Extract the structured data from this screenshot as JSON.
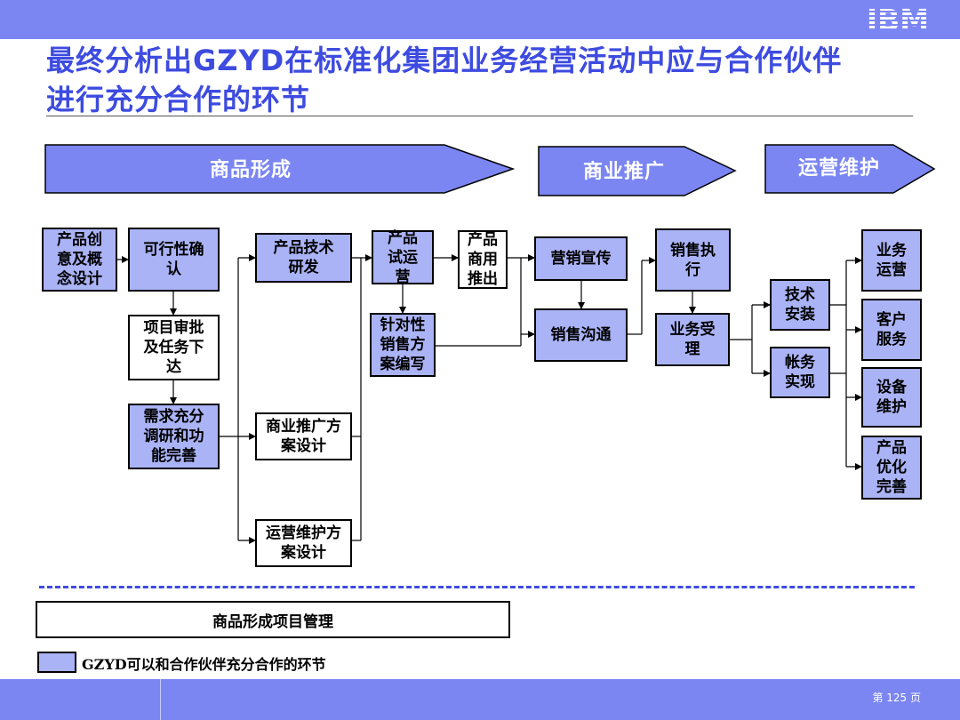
{
  "header": {
    "logo": "IBM"
  },
  "title": {
    "line1": "最终分析出GZYD在标准化集团业务经营活动中应与合作伙伴",
    "line2": "进行充分合作的环节"
  },
  "stages": {
    "s1": "商品形成",
    "s2": "商业推广",
    "s3": "运营维护"
  },
  "boxes": {
    "b_idea": "产品创\n意及概\n念设计",
    "b_feas": "可行性确\n认",
    "b_approve": "项目审批\n及任务下\n达",
    "b_req": "需求充分\n调研和功\n能完善",
    "b_tech": "产品技术\n研发",
    "b_bizplan": "商业推广方\n案设计",
    "b_opsplan": "运营维护方\n案设计",
    "b_trial": "产品\n试运\n营",
    "b_salesplan": "针对性\n销售方\n案编写",
    "b_launch": "产品\n商用\n推出",
    "b_promo": "营销宣传",
    "b_comm": "销售沟通",
    "b_exec": "销售执\n行",
    "b_accept": "业务受\n理",
    "b_install": "技术\n安装",
    "b_billing": "帐务\n实现",
    "b_ops": "业务\n运营",
    "b_cs": "客户\n服务",
    "b_maint": "设备\n维护",
    "b_opt": "产品\n优化\n完善"
  },
  "project_mgmt": "商品形成项目管理",
  "legend": "GZYD可以和合作伙伴充分合作的环节",
  "footer": {
    "page": "第 125 页"
  },
  "colors": {
    "accent": "#7b86f3",
    "box_fill": "#aab3f6",
    "title": "#3d4be0"
  }
}
